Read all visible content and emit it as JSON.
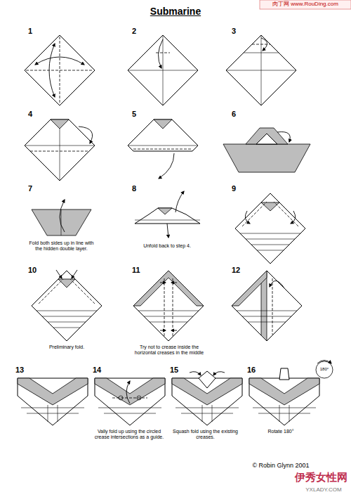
{
  "diagram": {
    "title": "Submarine",
    "labels": [
      "肉丁网 www.RouDing.com",
      "1",
      "2",
      "3",
      "4",
      "5",
      "6",
      "7",
      "8",
      "9",
      "10",
      "11",
      "12",
      "13",
      "14",
      "15",
      "16",
      "Fold both sides up in line with the hidden double layer.",
      "Unfold back to step 4.",
      "Preliminary fold.",
      "Try not to crease inside the horizontal creases in the middle",
      "Vally fold up using the circled crease intersections as a guide.",
      "Squash fold using the existing creases.",
      "Rotate 180°",
      "180°",
      "© Robin Glynn 2001",
      "伊秀女性网",
      "YXLADY.COM"
    ]
  }
}
